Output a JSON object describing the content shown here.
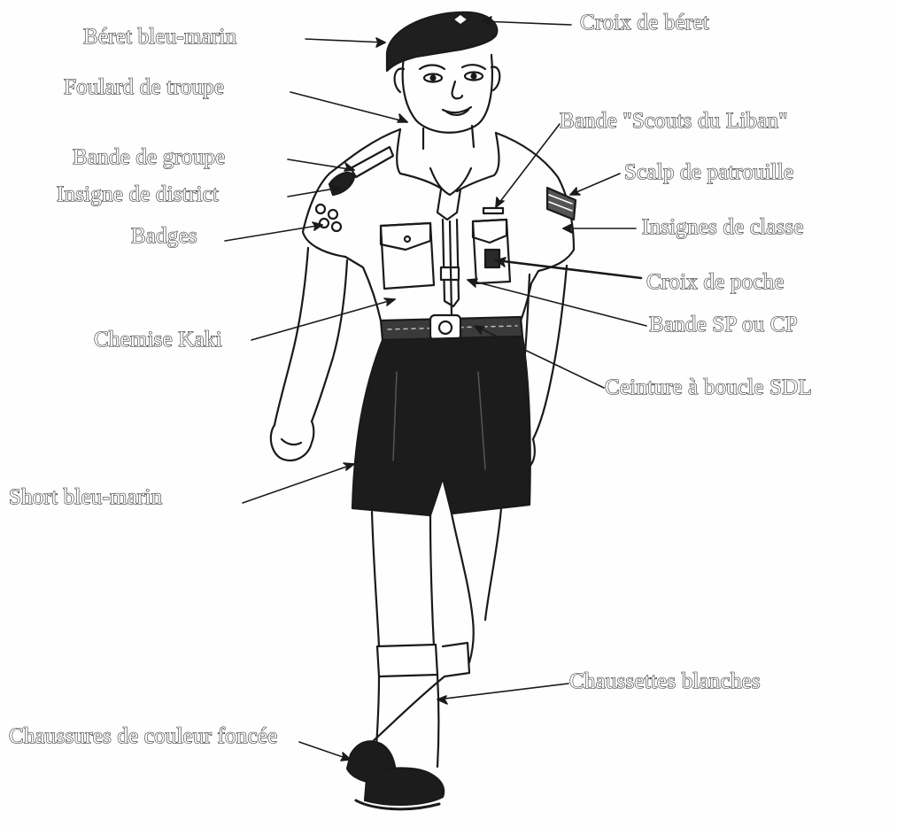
{
  "colors": {
    "ink": "#1a1a1a",
    "paper": "#fefefe",
    "label_fill": "#ffffff"
  },
  "labels": {
    "beret": "Béret bleu-marin",
    "beret_cross": "Croix de béret",
    "scarf": "Foulard de troupe",
    "scouts_band": "Bande \"Scouts du Liban\"",
    "group_band": "Bande de groupe",
    "patrol_scalp": "Scalp de patrouille",
    "district_badge": "Insigne de district",
    "class_badges": "Insignes de classe",
    "badges": "Badges",
    "pocket_cross": "Croix de poche",
    "sp_cp_band": "Bande SP ou CP",
    "shirt": "Chemise Kaki",
    "belt": "Ceinture à boucle SDL",
    "shorts": "Short bleu-marin",
    "socks": "Chaussettes blanches",
    "shoes": "Chaussures de couleur foncée"
  }
}
